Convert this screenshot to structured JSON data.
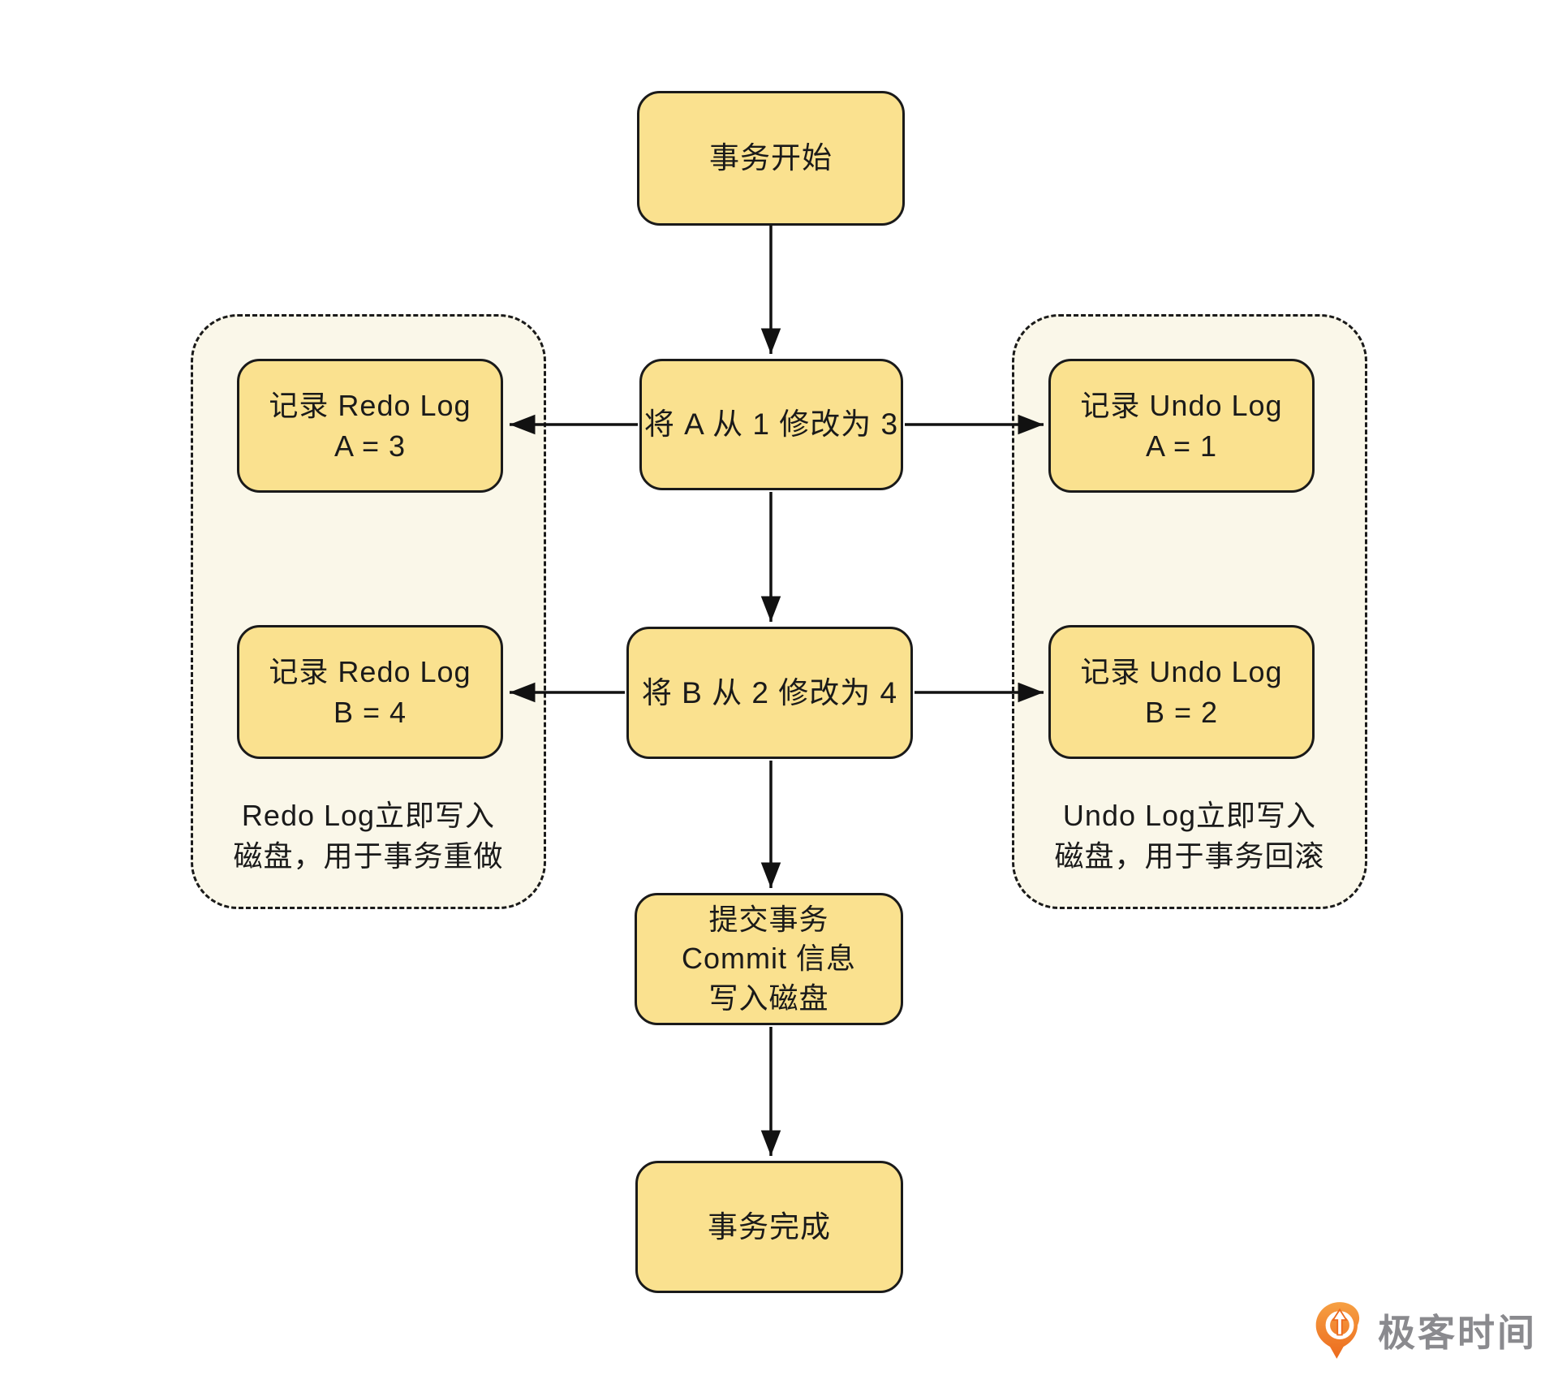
{
  "diagram": {
    "nodes": {
      "start": {
        "label": "事务开始"
      },
      "modify_a": {
        "label": "将 A 从 1 修改为 3"
      },
      "redo_a": {
        "lines": [
          "记录 Redo Log",
          "A = 3"
        ]
      },
      "undo_a": {
        "lines": [
          "记录 Undo Log",
          "A = 1"
        ]
      },
      "modify_b": {
        "label": "将 B 从 2 修改为 4"
      },
      "redo_b": {
        "lines": [
          "记录 Redo Log",
          "B = 4"
        ]
      },
      "undo_b": {
        "lines": [
          "记录 Undo Log",
          "B = 2"
        ]
      },
      "commit": {
        "lines": [
          "提交事务",
          "Commit 信息",
          "写入磁盘"
        ]
      },
      "done": {
        "label": "事务完成"
      }
    },
    "notes": {
      "redo": {
        "lines": [
          "Redo Log立即写入",
          "磁盘，用于事务重做"
        ]
      },
      "undo": {
        "lines": [
          "Undo Log立即写入",
          "磁盘，用于事务回滚"
        ]
      }
    },
    "colors": {
      "node_fill": "#FAE18F",
      "node_border": "#1A1A1A",
      "group_fill": "#FAF7E9",
      "group_border": "#1A1A1A",
      "arrow": "#111111",
      "background": "#FFFFFF"
    }
  },
  "footer": {
    "brand": "极客时间",
    "brand_text_color": "#8A8A8E",
    "logo_color": "#ED6C1E"
  }
}
